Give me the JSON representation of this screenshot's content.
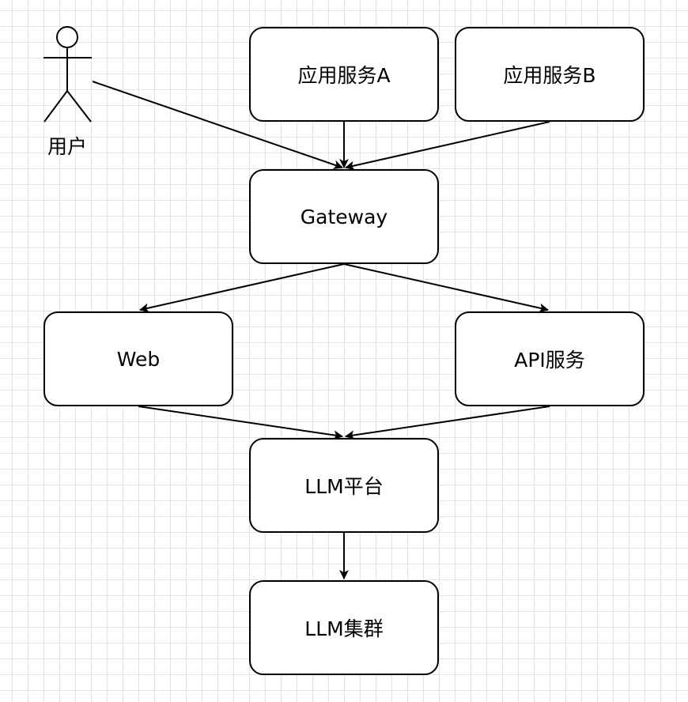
{
  "diagram": {
    "actor": {
      "label": "用户",
      "icon": "stick-figure-icon"
    },
    "nodes": {
      "service_a": "应用服务A",
      "service_b": "应用服务B",
      "gateway": "Gateway",
      "web": "Web",
      "api": "API服务",
      "llm_platform": "LLM平台",
      "llm_cluster": "LLM集群"
    },
    "edges": [
      {
        "from": "用户",
        "to": "Gateway"
      },
      {
        "from": "应用服务A",
        "to": "Gateway"
      },
      {
        "from": "应用服务B",
        "to": "Gateway"
      },
      {
        "from": "Gateway",
        "to": "Web"
      },
      {
        "from": "Gateway",
        "to": "API服务"
      },
      {
        "from": "Web",
        "to": "LLM平台"
      },
      {
        "from": "API服务",
        "to": "LLM平台"
      },
      {
        "from": "LLM平台",
        "to": "LLM集群"
      }
    ],
    "colors": {
      "stroke": "#000000",
      "node_fill": "#ffffff",
      "grid": "#e2e2e2"
    }
  }
}
